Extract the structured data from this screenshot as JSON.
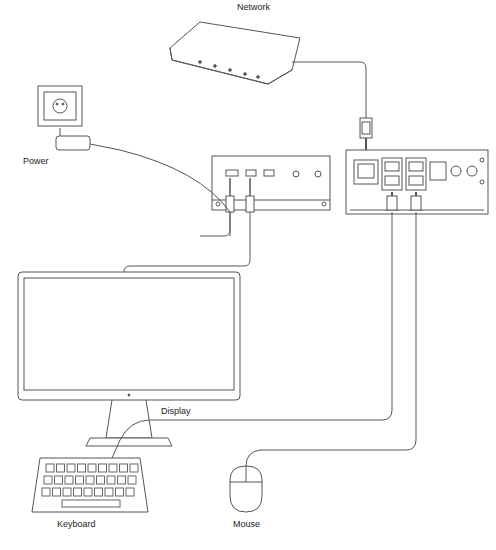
{
  "diagram": {
    "labels": [
      "Network",
      "Power",
      "Display",
      "Keyboard",
      "Mouse"
    ]
  }
}
